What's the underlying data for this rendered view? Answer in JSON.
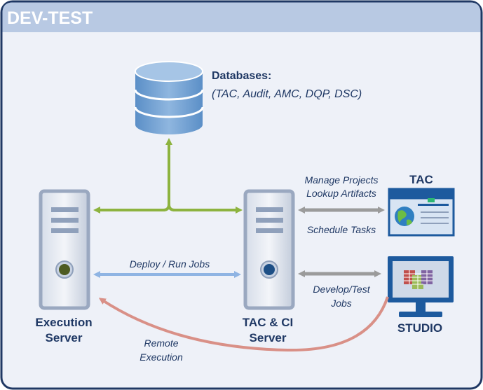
{
  "environment": {
    "title": "DEV-TEST"
  },
  "databases": {
    "title": "Databases:",
    "list": "(TAC, Audit, AMC, DQP, DSC)"
  },
  "execution_server": {
    "line1": "Execution",
    "line2": "Server"
  },
  "tac_ci_server": {
    "line1": "TAC & CI",
    "line2": "Server"
  },
  "tac": {
    "label": "TAC"
  },
  "studio": {
    "label": "STUDIO"
  },
  "flows": {
    "manage_projects": "Manage Projects",
    "lookup_artifacts": "Lookup Artifacts",
    "schedule_tasks": "Schedule Tasks",
    "deploy_run": "Deploy / Run Jobs",
    "develop_test_1": "Develop/Test",
    "develop_test_2": "Jobs",
    "remote_1": "Remote",
    "remote_2": "Execution"
  },
  "colors": {
    "frame_border": "#1f3864",
    "header_bg": "#b8c9e3",
    "panel_bg": "#eef1f8",
    "db_arrow": "#8db33f",
    "deploy_arrow": "#8fb4e3",
    "gray_arrow": "#9b9b9b",
    "remote_arrow": "#d99087",
    "server_body": "#c8d2e2",
    "server_edge": "#8fa0bb",
    "monitor_frame": "#1d5a9e",
    "text": "#1f3864"
  },
  "icons": [
    "database-icon",
    "server-icon",
    "browser-window-icon",
    "globe-icon",
    "monitor-icon",
    "spreadsheet-icon"
  ]
}
